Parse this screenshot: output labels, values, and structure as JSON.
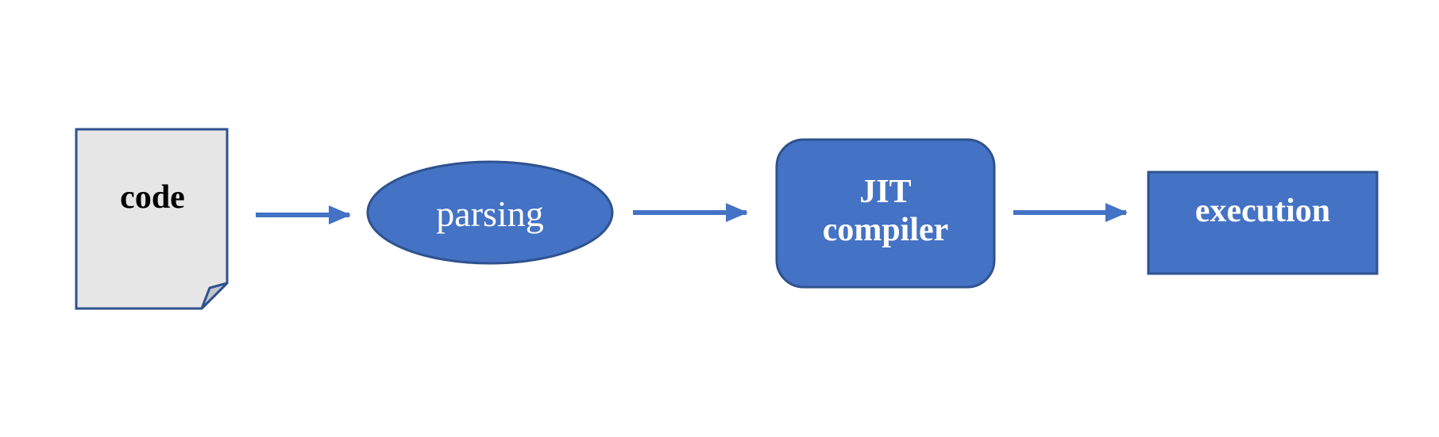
{
  "nodes": {
    "code": {
      "label": "code"
    },
    "parsing": {
      "label": "parsing"
    },
    "jit": {
      "line1": "JIT",
      "line2": "compiler"
    },
    "execution": {
      "label": "execution"
    }
  },
  "colors": {
    "node_fill": "#4472c4",
    "node_stroke": "#2f528f",
    "document_fill": "#e6e6e6",
    "document_fold": "#c4c4cc",
    "arrow": "#4472c4"
  }
}
